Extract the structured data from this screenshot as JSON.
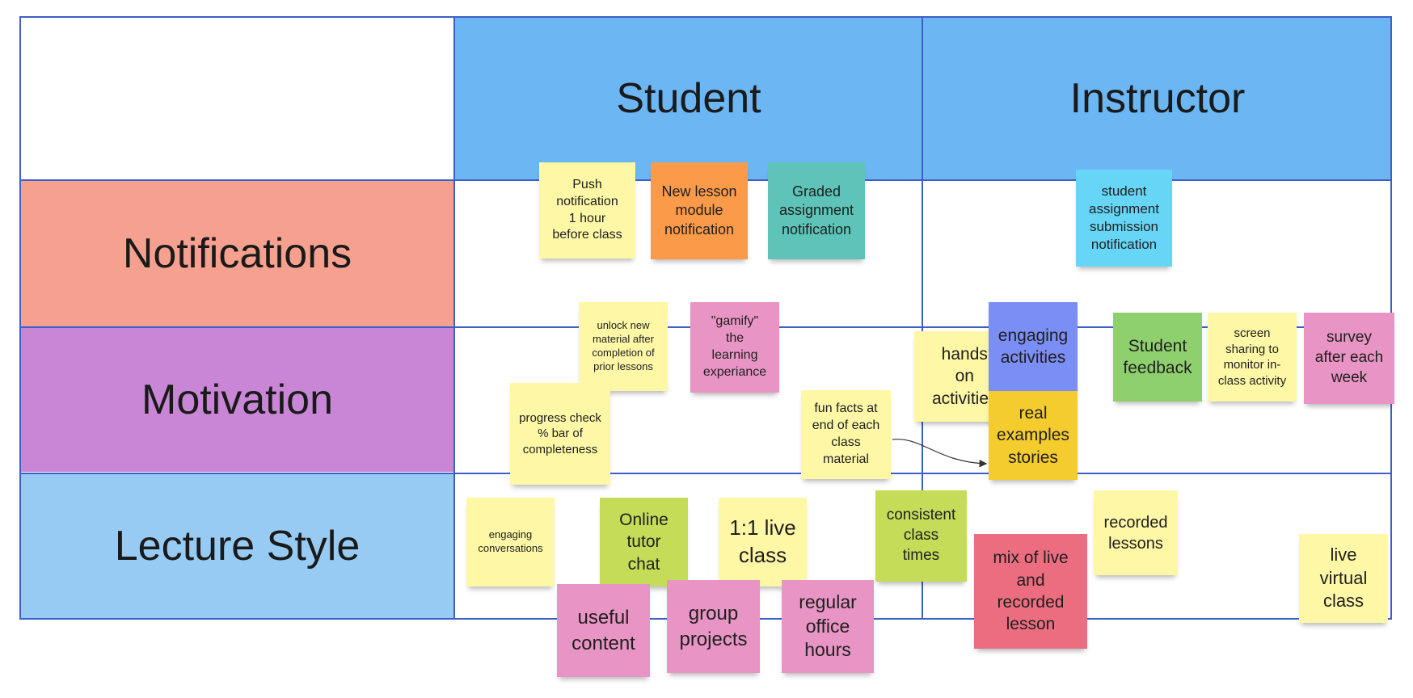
{
  "columns": {
    "student": "Student",
    "instructor": "Instructor"
  },
  "rows": {
    "notifications": "Notifications",
    "motivation": "Motivation",
    "lecture_style": "Lecture Style"
  },
  "colors": {
    "header_blue": "#6bb6f3",
    "notifications": "#f6a090",
    "motivation": "#c986d7",
    "lecture_style": "#97cbf4",
    "grid_line": "#3f5fc8"
  },
  "notes": {
    "push_notification": "Push\nnotification\n1 hour\nbefore class",
    "new_lesson": "New lesson\nmodule\nnotification",
    "graded_assignment": "Graded\nassignment\nnotification",
    "student_submission": "student\nassignment\nsubmission\nnotification",
    "unlock_material": "unlock new\nmaterial after\ncompletion of\nprior lessons",
    "gamify": "\"gamify\"\nthe\nlearning\nexperiance",
    "progress_check": "progress check\n% bar of\ncompleteness",
    "fun_facts": "fun facts at\nend of each\nclass\nmaterial",
    "hands_on": "hands\non\nactivities",
    "engaging_activities": "engaging\nactivities",
    "real_examples": "real\nexamples\nstories",
    "student_feedback": "Student\nfeedback",
    "screen_sharing": "screen\nsharing to\nmonitor in-\nclass activity",
    "survey": "survey\nafter each\nweek",
    "engaging_conversations": "engaging\nconversations",
    "online_tutor": "Online\ntutor\nchat",
    "one_on_one": "1:1 live\nclass",
    "consistent_times": "consistent\nclass\ntimes",
    "recorded_lessons": "recorded\nlessons",
    "live_virtual": "live\nvirtual\nclass",
    "useful_content": "useful\ncontent",
    "group_projects": "group\nprojects",
    "office_hours": "regular\noffice\nhours",
    "mix_live_recorded": "mix of live\nand\nrecorded\nlesson"
  }
}
